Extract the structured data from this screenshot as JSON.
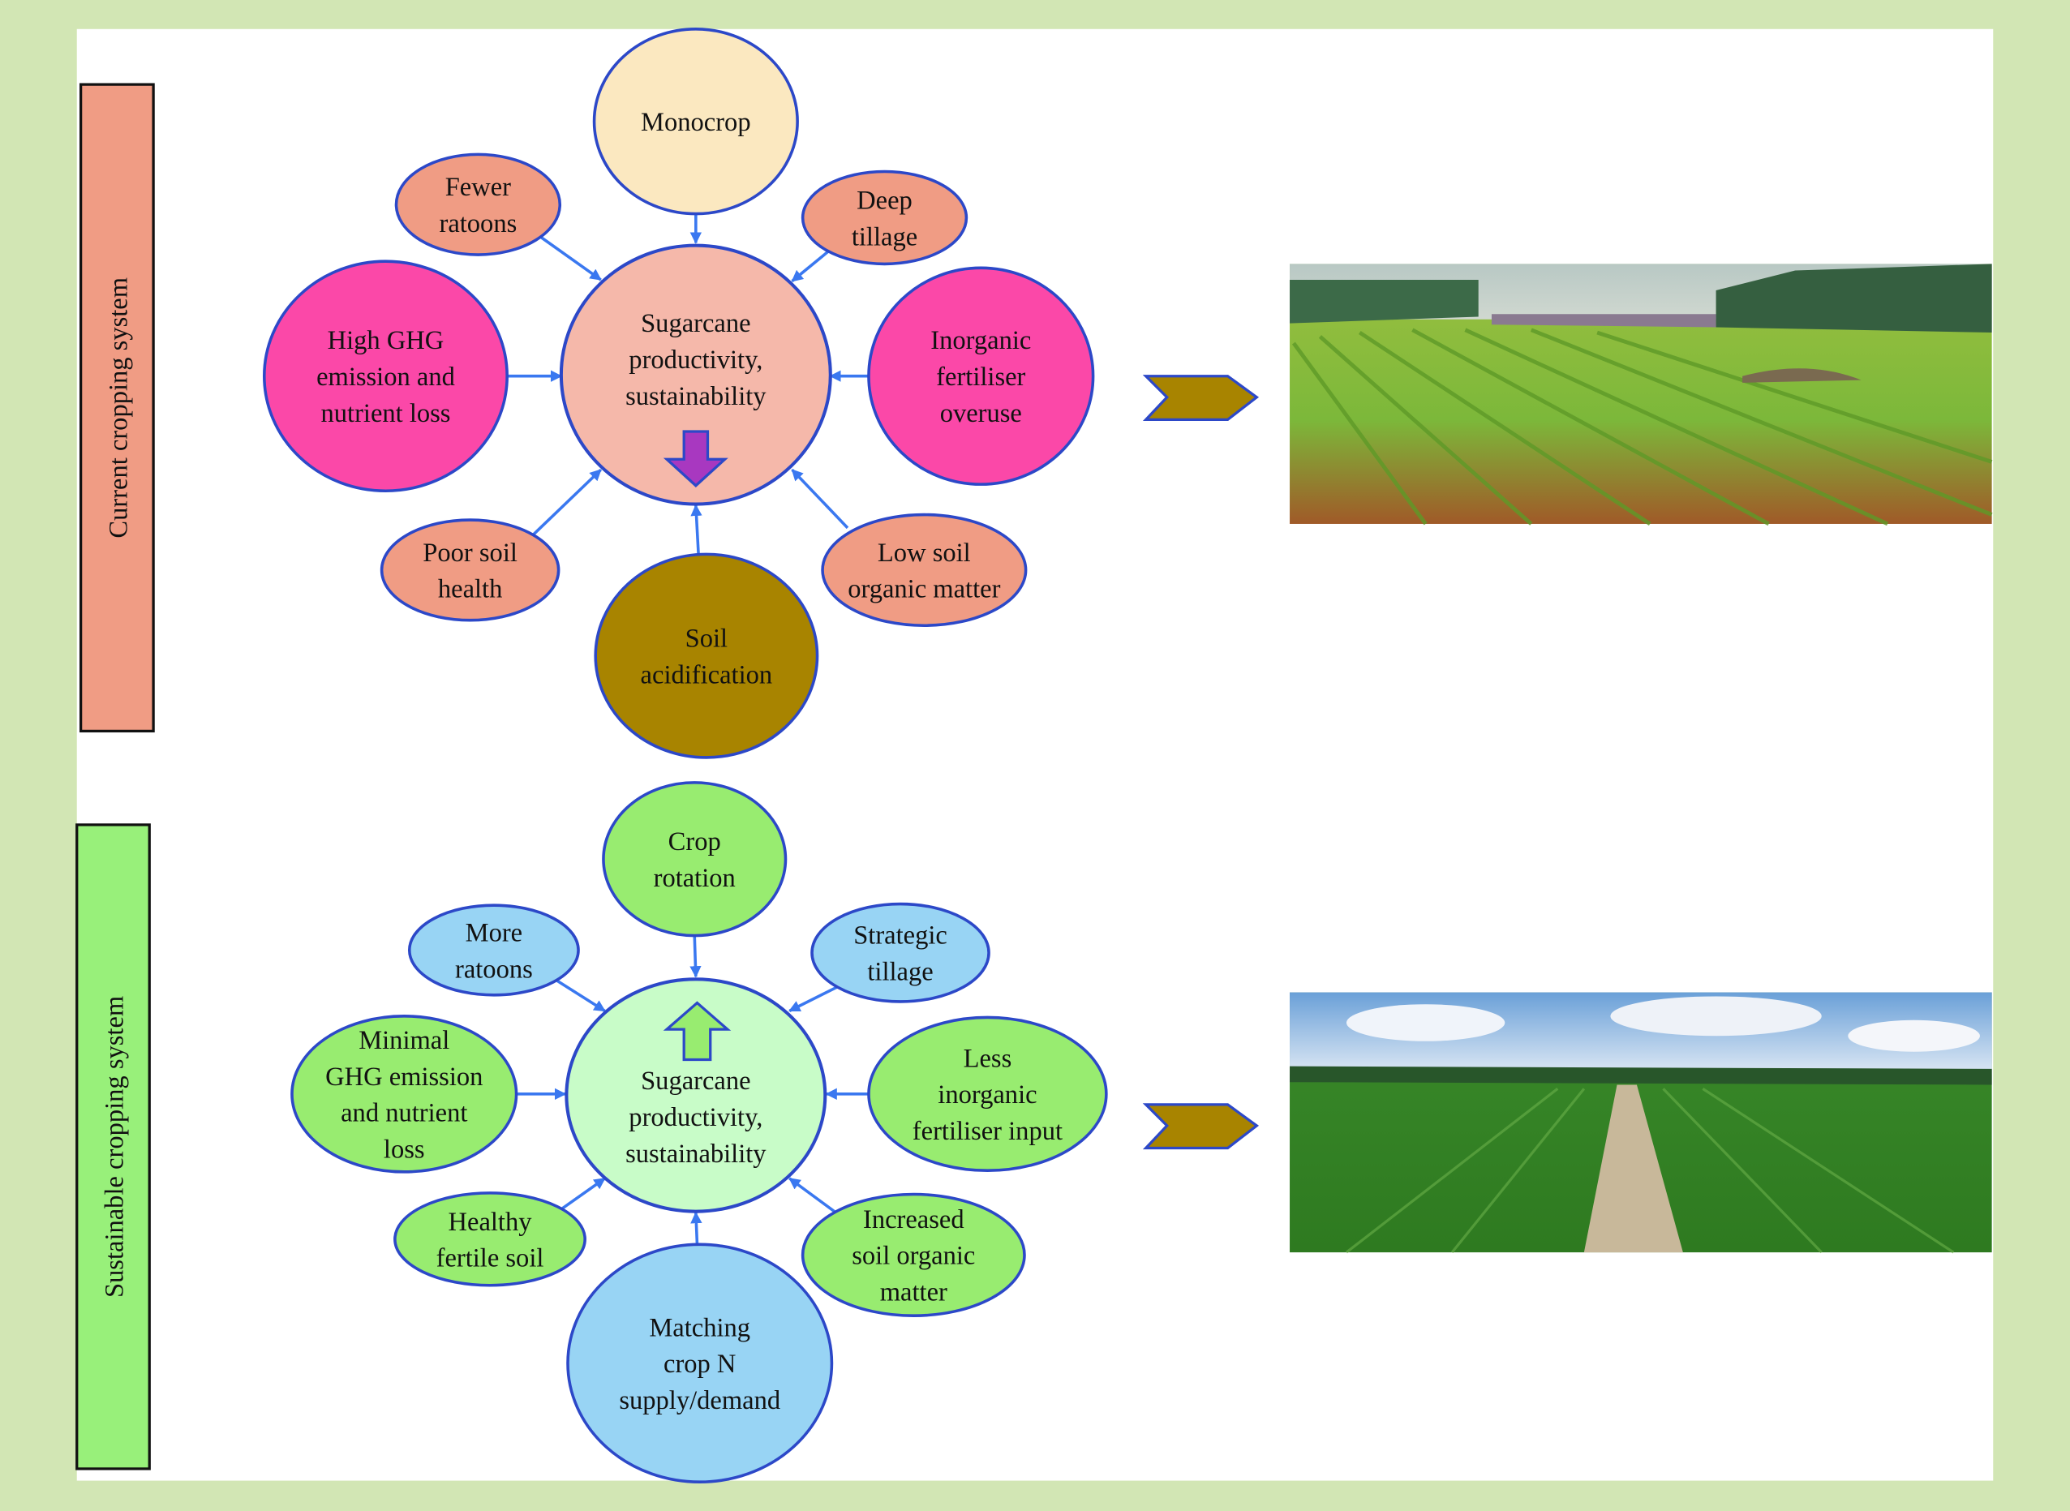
{
  "colors": {
    "frame": "#d2e6b4",
    "stroke": "#2c48c8",
    "arrow": "#3a78f0"
  },
  "current": {
    "label": "Current cropping system",
    "center": [
      "Sugarcane",
      "productivity,",
      "sustainability"
    ],
    "nodes": [
      {
        "id": "monocrop",
        "lines": [
          "Monocrop"
        ]
      },
      {
        "id": "fewer-ratoons",
        "lines": [
          "Fewer",
          "ratoons"
        ]
      },
      {
        "id": "deep-tillage",
        "lines": [
          "Deep",
          "tillage"
        ]
      },
      {
        "id": "high-ghg",
        "lines": [
          "High GHG",
          "emission and",
          "nutrient loss"
        ]
      },
      {
        "id": "inorganic-overuse",
        "lines": [
          "Inorganic",
          "fertiliser",
          "overuse"
        ]
      },
      {
        "id": "poor-soil",
        "lines": [
          "Poor soil",
          "health"
        ]
      },
      {
        "id": "low-som",
        "lines": [
          "Low soil",
          "organic matter"
        ]
      },
      {
        "id": "soil-acid",
        "lines": [
          "Soil",
          "acidification"
        ]
      }
    ]
  },
  "sustainable": {
    "label": "Sustainable cropping system",
    "center": [
      "Sugarcane",
      "productivity,",
      "sustainability"
    ],
    "nodes": [
      {
        "id": "crop-rotation",
        "lines": [
          "Crop",
          "rotation"
        ]
      },
      {
        "id": "more-ratoons",
        "lines": [
          "More",
          "ratoons"
        ]
      },
      {
        "id": "strategic-tillage",
        "lines": [
          "Strategic",
          "tillage"
        ]
      },
      {
        "id": "minimal-ghg",
        "lines": [
          "Minimal",
          "GHG emission",
          "and nutrient",
          "loss"
        ]
      },
      {
        "id": "less-inorganic",
        "lines": [
          "Less",
          "inorganic",
          "fertiliser input"
        ]
      },
      {
        "id": "healthy-soil",
        "lines": [
          "Healthy",
          "fertile soil"
        ]
      },
      {
        "id": "increased-som",
        "lines": [
          "Increased",
          "soil organic",
          "matter"
        ]
      },
      {
        "id": "matching-n",
        "lines": [
          "Matching",
          "crop N",
          "supply/demand"
        ]
      }
    ]
  }
}
